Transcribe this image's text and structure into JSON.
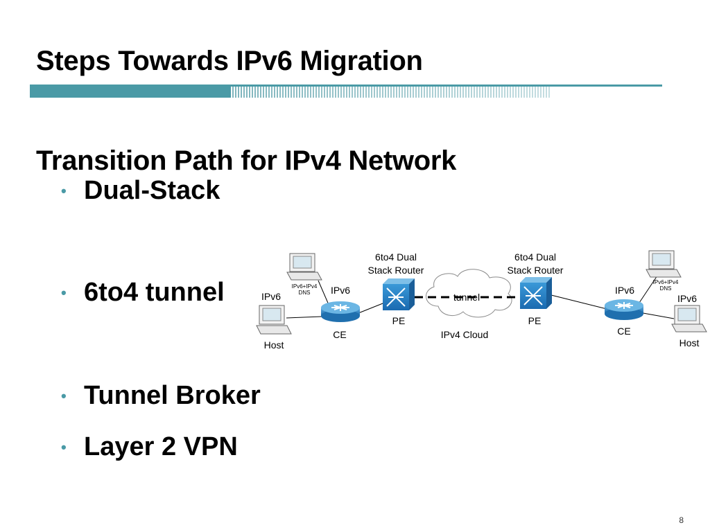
{
  "slide": {
    "title": "Steps Towards IPv6 Migration",
    "subtitle": "Transition Path for IPv4 Network",
    "bullets": [
      "Dual-Stack",
      "6to4 tunnel",
      "Tunnel Broker",
      "Layer 2 VPN"
    ],
    "page_number": "8",
    "accent_color": "#4a9aa6"
  },
  "diagram": {
    "left_pe_label_1": "6to4 Dual",
    "left_pe_label_2": "Stack Router",
    "right_pe_label_1": "6to4 Dual",
    "right_pe_label_2": "Stack Router",
    "left_dns_label_1": "IPv6+IPv4",
    "left_dns_label_2": "DNS",
    "right_dns_label_1": "IPv6+IPv4",
    "right_dns_label_2": "DNS",
    "left_host_ipv6": "IPv6",
    "left_ce_ipv6": "IPv6",
    "right_ce_ipv6": "IPv6",
    "right_host_ipv6": "IPv6",
    "left_host_label": "Host",
    "right_host_label": "Host",
    "left_ce_label": "CE",
    "right_ce_label": "CE",
    "left_pe_label": "PE",
    "right_pe_label": "PE",
    "tunnel_label": "tunnel",
    "cloud_label": "IPv4 Cloud"
  }
}
